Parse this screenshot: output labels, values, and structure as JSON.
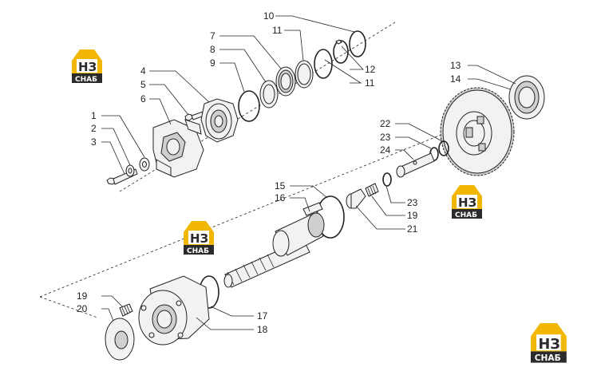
{
  "logo": {
    "mark": "НЗ",
    "name": "СНАБ",
    "color_yellow": "#f2b705",
    "color_dark": "#2b2b2b"
  },
  "callouts": [
    "1",
    "2",
    "3",
    "4",
    "5",
    "6",
    "7",
    "8",
    "9",
    "10",
    "11",
    "11",
    "12",
    "13",
    "14",
    "15",
    "16",
    "17",
    "18",
    "19",
    "19",
    "20",
    "21",
    "22",
    "23",
    "23",
    "24"
  ]
}
